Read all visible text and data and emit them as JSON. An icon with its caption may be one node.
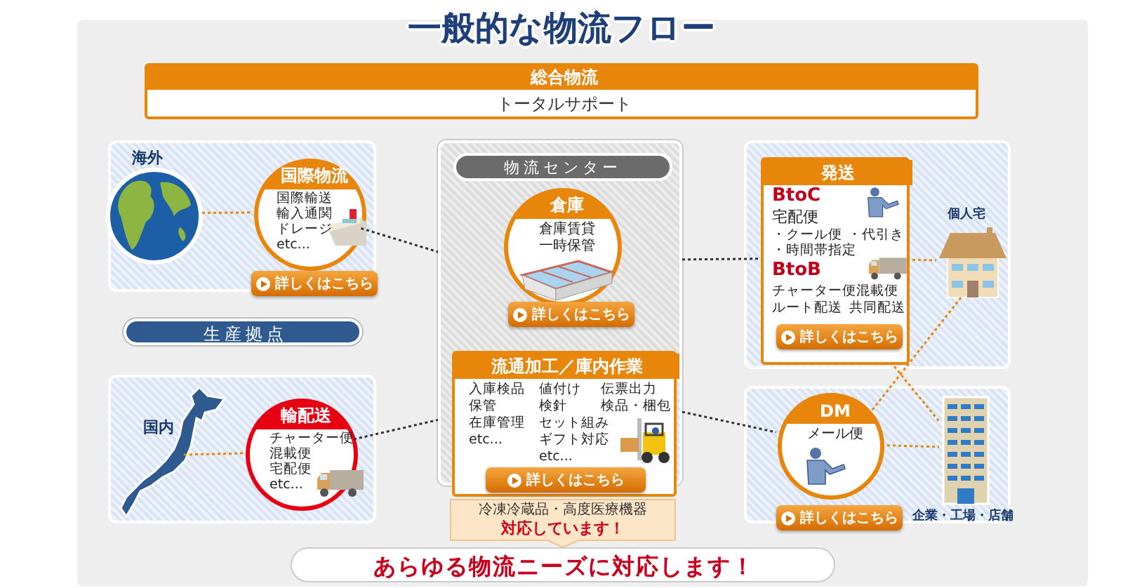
{
  "diagram": {
    "title": "一般的な物流フロー",
    "nodes": [
      {
        "text": [
          "総合物流",
          "トータルサポート"
        ]
      },
      {
        "text": [
          "海外"
        ]
      },
      {
        "text": [],
        "shape": "picture",
        "in": 1
      },
      {
        "text": [
          "国際物流",
          "国際輸送",
          "輸入通関",
          "ドレージ",
          "etc...",
          "詳しくはこちら"
        ],
        "in": 1
      },
      {
        "text": [
          "生産拠点"
        ]
      },
      {
        "text": [
          "国内"
        ]
      },
      {
        "text": [],
        "shape": "picture",
        "in": 5
      },
      {
        "text": [
          "輸配送",
          "チャーター便",
          "混載便",
          "宅配便",
          "etc..."
        ],
        "in": 5
      },
      {
        "text": [
          "物流センター"
        ]
      },
      {
        "text": [
          "倉庫",
          "倉庫賃貸",
          "一時保管",
          "詳しくはこちら"
        ],
        "in": 8
      },
      {
        "text": [
          "流通加工／庫内作業",
          "入庫検品",
          "保管",
          "在庫管理",
          "etc...",
          "値付け",
          "検針",
          "セット組み",
          "ギフト対応",
          "etc...",
          "伝票出力",
          "検品・梱包",
          "詳しくはこちら"
        ],
        "in": 8
      },
      {
        "text": [
          "冷凍冷蔵品・高度医療機器",
          "対応しています！"
        ]
      },
      {
        "text": [],
        "shape": "box"
      },
      {
        "text": [
          "発送",
          "BtoC",
          "宅配便",
          "・クール便",
          "・代引き",
          "・時間帯指定",
          "BtoB",
          "チャーター便",
          "混載便",
          "ルート配送",
          "共同配送",
          "詳しくはこちら"
        ],
        "in": 12
      },
      {
        "text": [],
        "shape": "picture",
        "in": 12,
        "beside": [
          "個人宅"
        ]
      },
      {
        "text": [],
        "shape": "box"
      },
      {
        "text": [
          "DM",
          "メール便",
          "詳しくはこちら"
        ],
        "in": 15
      },
      {
        "text": [],
        "shape": "picture",
        "in": 15,
        "beside": [
          "企業・工場・店舗"
        ]
      },
      {
        "text": [
          "あらゆる物流ニーズに対応します！"
        ]
      }
    ],
    "edges": [
      {
        "from": 2,
        "to": 3,
        "arrow": "none"
      },
      {
        "from": 3,
        "to": 8,
        "arrow": "none",
        "color": "#333333"
      },
      {
        "from": 6,
        "to": 7,
        "arrow": "none"
      },
      {
        "from": 7,
        "to": 8,
        "arrow": "none",
        "color": "#333333"
      },
      {
        "from": 8,
        "to": 13,
        "arrow": "none",
        "color": "#333333"
      },
      {
        "from": 8,
        "to": 16,
        "arrow": "none",
        "color": "#333333"
      },
      {
        "from": 13,
        "to": 14,
        "arrow": "none"
      },
      {
        "from": 14,
        "to": 16,
        "arrow": "none"
      },
      {
        "from": 13,
        "to": 17,
        "arrow": "none"
      },
      {
        "from": 16,
        "to": 17,
        "arrow": "none"
      }
    ]
  }
}
